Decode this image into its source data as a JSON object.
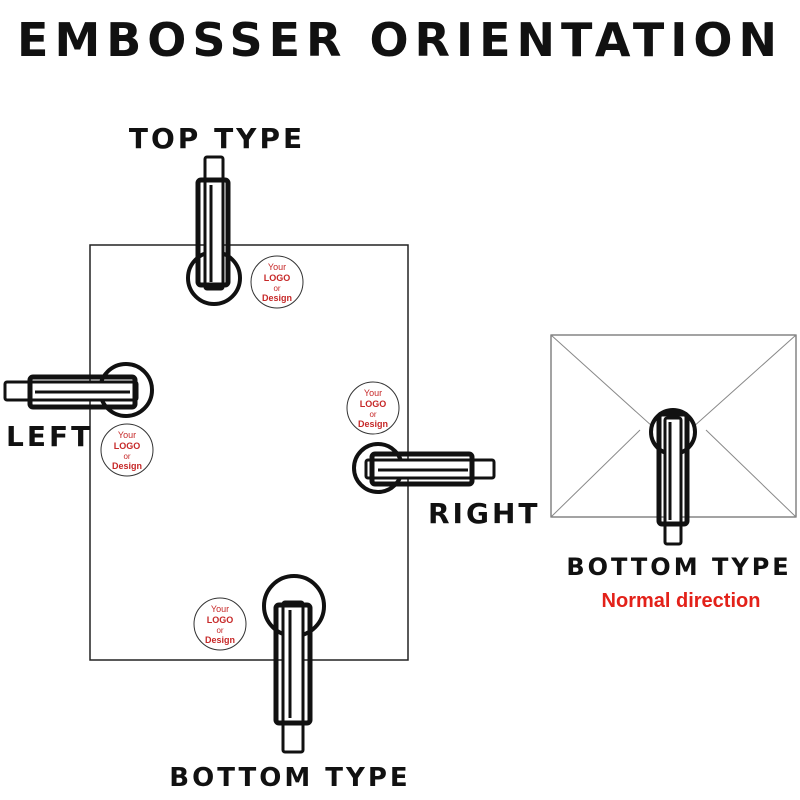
{
  "title": "EMBOSSER ORIENTATION",
  "labels": {
    "top": "TOP TYPE",
    "left": "LEFT",
    "right": "RIGHT",
    "bottom": "BOTTOM TYPE",
    "bottom_envelope": "BOTTOM TYPE",
    "normal_direction": "Normal direction"
  },
  "seal": {
    "line1": "Your",
    "line2": "LOGO",
    "line3": "or",
    "line4": "Design"
  },
  "colors": {
    "ink": "#111111",
    "seal_red": "#c62828",
    "accent_red": "#e32119"
  }
}
